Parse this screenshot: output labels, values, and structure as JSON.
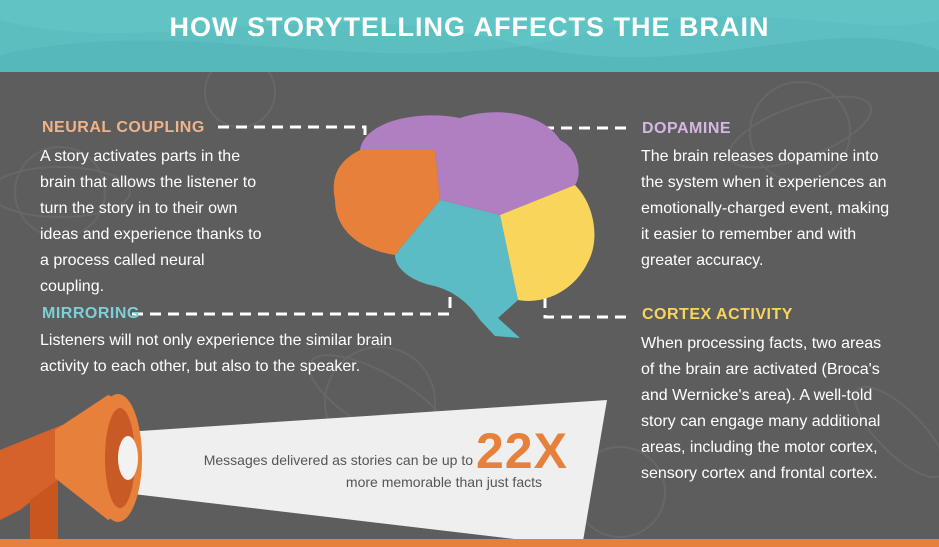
{
  "header": {
    "title": "HOW STORYTELLING AFFECTS THE BRAIN"
  },
  "colors": {
    "teal": "#5bbfc0",
    "background": "#5d5d5d",
    "orange": "#e6803a",
    "purple": "#b07fc1",
    "cyan": "#5bbcc6",
    "yellow": "#fad55c",
    "light": "#efefef"
  },
  "sections": {
    "neural_coupling": {
      "heading": "NEURAL COUPLING",
      "lines": [
        "A story activates parts in the",
        "brain that allows the listener to",
        "turn the story in to their own",
        "ideas and experience thanks to",
        "a process called neural",
        "coupling."
      ]
    },
    "mirroring": {
      "heading": "MIRRORING",
      "lines": [
        "Listeners will not only experience the similar brain",
        "activity to each other, but also to the speaker."
      ]
    },
    "dopamine": {
      "heading": "DOPAMINE",
      "lines": [
        "The brain releases dopamine into",
        "the system when it experiences an",
        "emotionally-charged event, making",
        "it easier to remember and with",
        "greater accuracy."
      ]
    },
    "cortex_activity": {
      "heading": "CORTEX ACTIVITY",
      "lines": [
        "When processing facts, two areas",
        "of the brain are activated (Broca's",
        "and Wernicke's area). A well-told",
        "story can engage many additional",
        "areas, including the motor cortex,",
        "sensory cortex and frontal cortex."
      ]
    }
  },
  "stat": {
    "line1": "Messages delivered as stories can be up to",
    "line2": "more memorable than just facts",
    "number": "22X"
  },
  "icons": {
    "brain": "brain-icon",
    "megaphone": "megaphone-icon"
  }
}
